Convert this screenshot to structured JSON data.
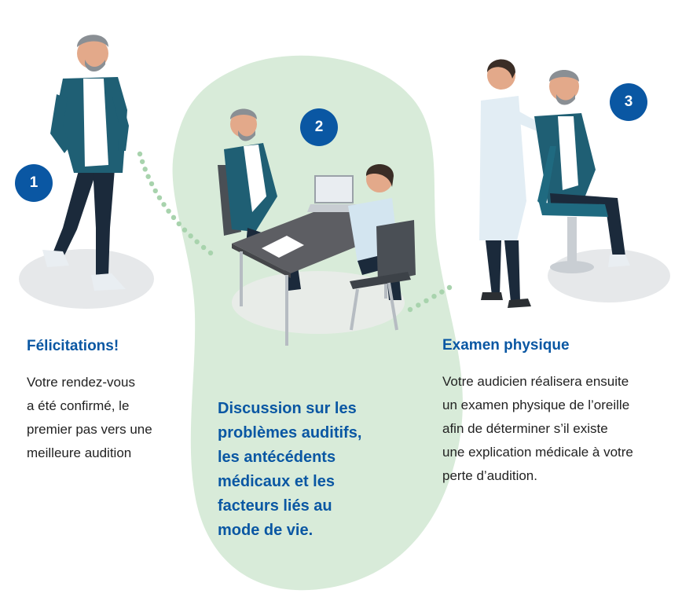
{
  "colors": {
    "accent": "#0a57a3",
    "blob": "#d8ebd9",
    "dots": "#a8d3ad",
    "teal_shirt": "#1f5f74",
    "navy_pants": "#1b2a3b",
    "floor": "#e6e8ea"
  },
  "steps": [
    {
      "number": "1",
      "title": "Félicitations!",
      "lines": [
        "Votre rendez-vous",
        "a été confirmé, le",
        "premier pas vers une",
        "meilleure audition"
      ]
    },
    {
      "number": "2",
      "lines": [
        "Discussion sur les",
        "problèmes auditifs,",
        "les antécédents",
        "médicaux et les",
        "facteurs liés au",
        "mode de vie."
      ]
    },
    {
      "number": "3",
      "title": "Examen physique",
      "lines": [
        "Votre audicien réalisera ensuite",
        "un examen physique de l’oreille",
        "afin de déterminer s’il existe",
        "une explication médicale à votre",
        "perte d’audition."
      ]
    }
  ],
  "icons": {
    "walking": "walking-man-icon",
    "consultation": "consultation-table-icon",
    "exam": "ear-exam-icon"
  }
}
